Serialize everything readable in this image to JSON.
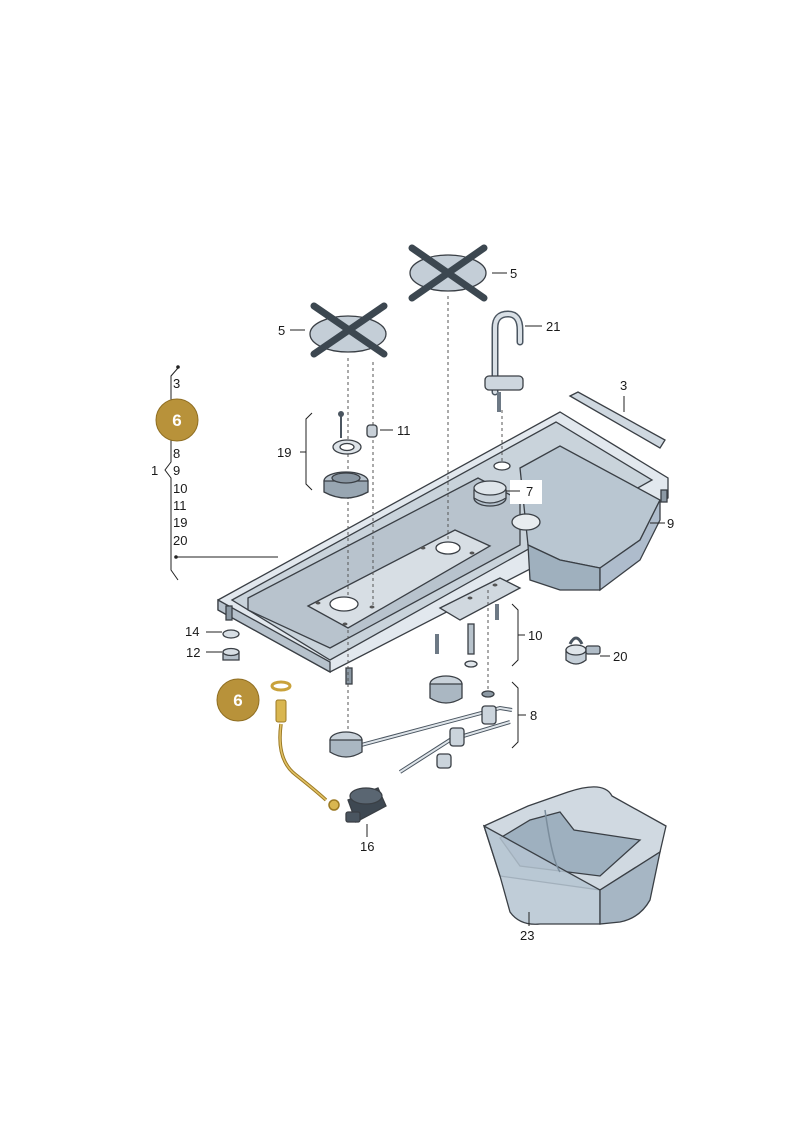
{
  "diagram": {
    "labels": {
      "l3a": "3",
      "l8a": "8",
      "l9a": "9",
      "l10a": "10",
      "l11a": "11",
      "l19a": "19",
      "l20a": "20",
      "l1": "1",
      "l5a": "5",
      "l5b": "5",
      "l21": "21",
      "l3b": "3",
      "l11b": "11",
      "l19b": "19",
      "l7": "7",
      "l9b": "9",
      "l14": "14",
      "l12": "12",
      "l10b": "10",
      "l20b": "20",
      "l8b": "8",
      "l16": "16",
      "l23": "23"
    },
    "badges": {
      "b6a": "6",
      "b6b": "6"
    },
    "colors": {
      "badge": "#b8923a",
      "highlight_part": "#c9a23b"
    }
  }
}
